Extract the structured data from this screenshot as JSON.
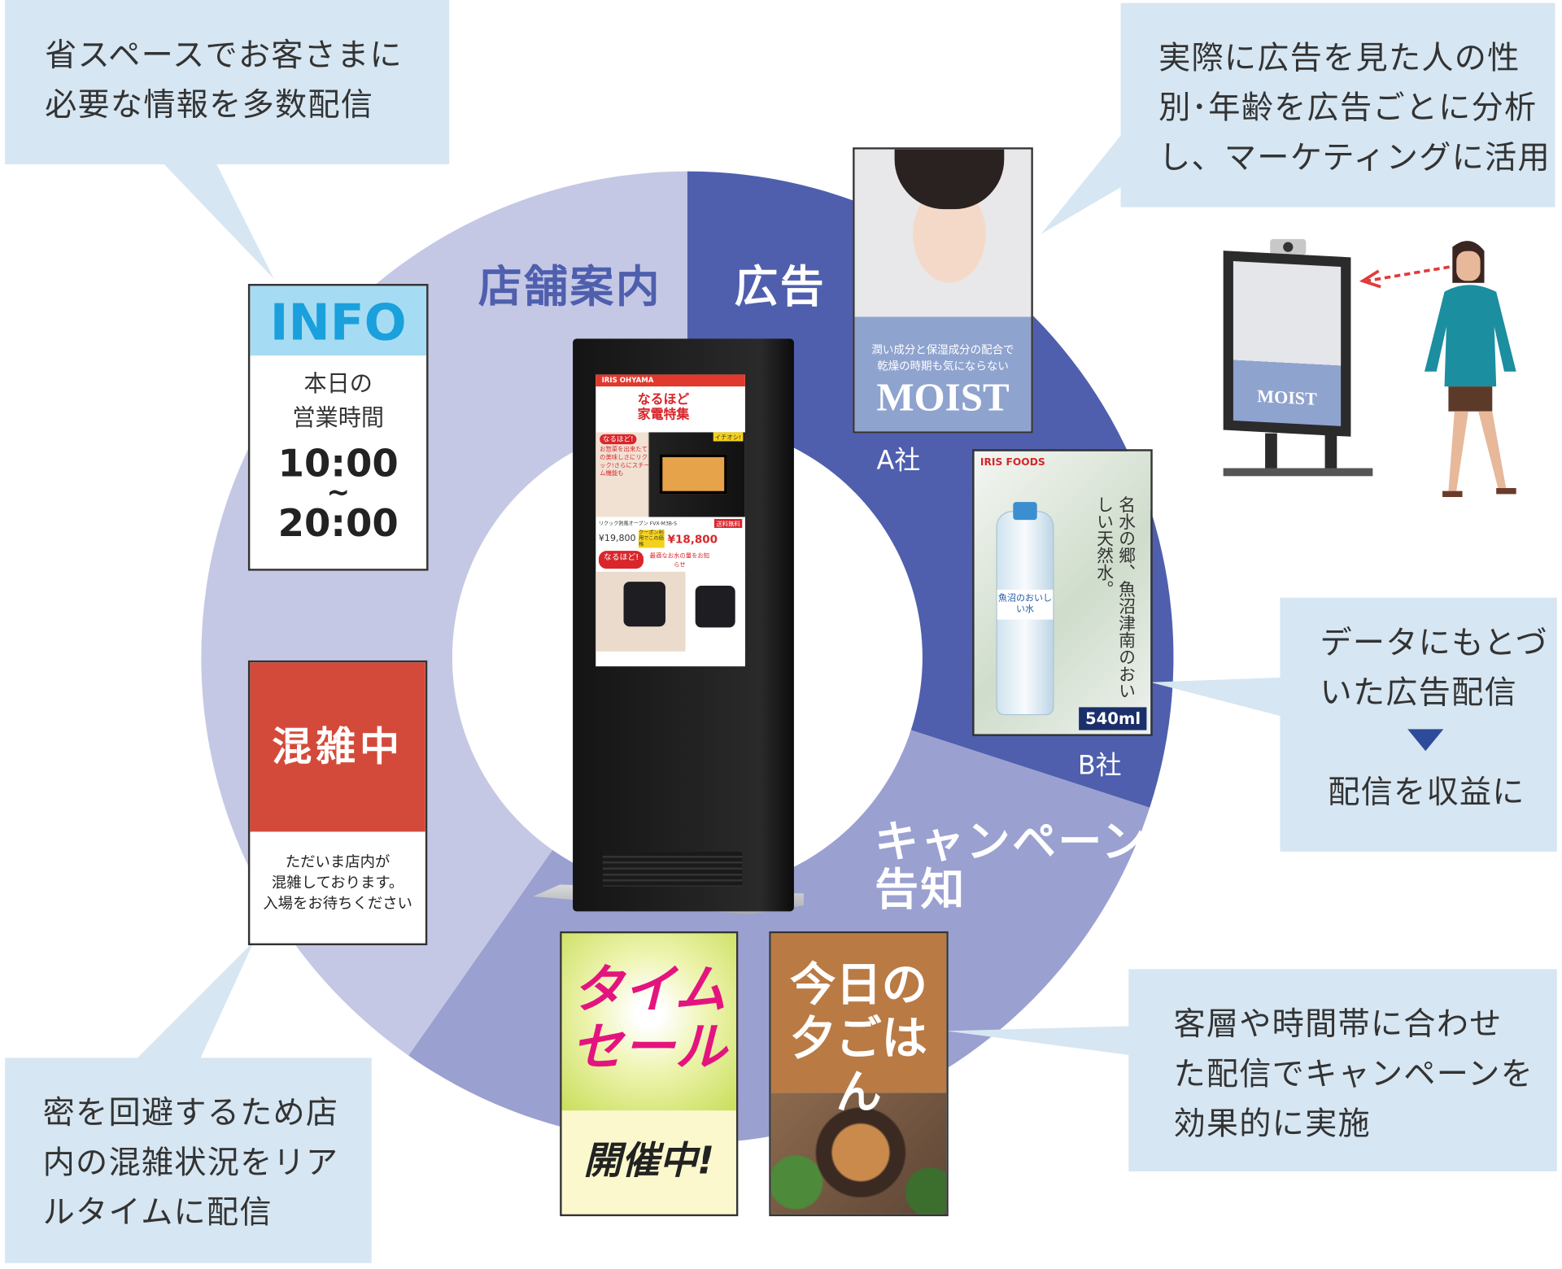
{
  "segments": [
    {
      "label": "店舗案内",
      "color": "#c5c8e4"
    },
    {
      "label": "広告",
      "color": "#4f5fae"
    },
    {
      "label": "キャンペーン告知",
      "label_lines": [
        "キャンペーン",
        "告知"
      ],
      "color": "#9aa0d0"
    }
  ],
  "callouts": {
    "top_left": [
      "省スペースでお客さまに",
      "必要な情報を多数配信"
    ],
    "top_right": [
      "実際に広告を見た人の性",
      "別･年齢を広告ごとに分析",
      "し、マーケティングに活用"
    ],
    "right": {
      "line1": "データにもとづ",
      "line2": "いた広告配信",
      "line3": "配信を収益に"
    },
    "bottom_right": [
      "客層や時間帯に合わせ",
      "た配信でキャンペーンを",
      "効果的に実施"
    ],
    "bottom_left": [
      "密を回避するため店",
      "内の混雑状況をリア",
      "ルタイムに配信"
    ]
  },
  "info_card": {
    "title": "INFO",
    "line1": "本日の",
    "line2": "営業時間",
    "open": "10:00",
    "tilde": "~",
    "close": "20:00"
  },
  "crowd_card": {
    "title": "混雑中",
    "lines": [
      "ただいま店内が",
      "混雑しております。",
      "入場をお待ちください"
    ]
  },
  "ad_a": {
    "caption1": "潤い成分と保湿成分の配合で",
    "caption2": "乾燥の時期も気にならない",
    "brand": "MOIST",
    "company": "A社"
  },
  "ad_b": {
    "brand": "IRIS FOODS",
    "tagline": "名水の郷、魚沼津南のおいしい天然水。",
    "bottle": "魚沼のおいしい水",
    "volume": "540ml",
    "company": "B社"
  },
  "time_sale": {
    "line1": "タイム",
    "line2": "セール",
    "status": "開催中!"
  },
  "dinner": {
    "line1": "今日の",
    "line2": "夕ごはん"
  },
  "kiosk_screen": {
    "brand": "IRIS OHYAMA",
    "headline1": "なるほど",
    "headline2": "家電特集",
    "badge": "なるほど!",
    "copy": "お惣菜を出来たての美味しさにリクック!さらにスチーム機能も",
    "product": "リクック熱風オーブン FVX-M3B-S",
    "free_ship": "送料無料",
    "price_regular": "¥19,800",
    "coupon": "クーポン利用でこの価格",
    "price_sale": "¥18,800",
    "badge2": "なるほど!",
    "copy2": "最適なお水の量をお知らせ",
    "pick": "イチオシ!"
  },
  "monitor_mini": {
    "brand": "MOIST"
  }
}
